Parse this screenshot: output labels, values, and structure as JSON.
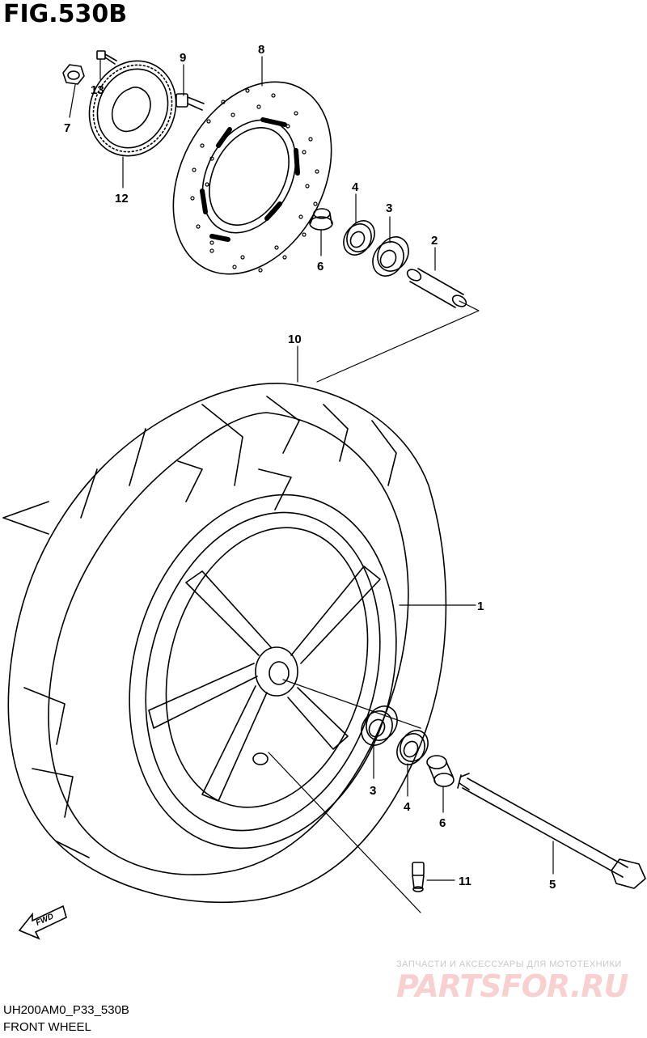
{
  "figure": {
    "title": "FIG.530B"
  },
  "footer": {
    "code": "UH200AM0_P33_530B",
    "name": "FRONT WHEEL"
  },
  "fwd_badge": {
    "label": "FWD"
  },
  "watermark": {
    "tagline": "ЗАПЧАСТИ И АКСЕССУАРЫ ДЛЯ МОТОТЕХНИКИ",
    "logo": "PARTSFOR.RU"
  },
  "callouts": [
    {
      "id": "c1",
      "label": "1"
    },
    {
      "id": "c2",
      "label": "2"
    },
    {
      "id": "c3a",
      "label": "3"
    },
    {
      "id": "c3b",
      "label": "3"
    },
    {
      "id": "c4a",
      "label": "4"
    },
    {
      "id": "c4b",
      "label": "4"
    },
    {
      "id": "c5",
      "label": "5"
    },
    {
      "id": "c6a",
      "label": "6"
    },
    {
      "id": "c6b",
      "label": "6"
    },
    {
      "id": "c7",
      "label": "7"
    },
    {
      "id": "c8",
      "label": "8"
    },
    {
      "id": "c9",
      "label": "9"
    },
    {
      "id": "c10",
      "label": "10"
    },
    {
      "id": "c11",
      "label": "11"
    },
    {
      "id": "c12",
      "label": "12"
    },
    {
      "id": "c13",
      "label": "13"
    }
  ]
}
